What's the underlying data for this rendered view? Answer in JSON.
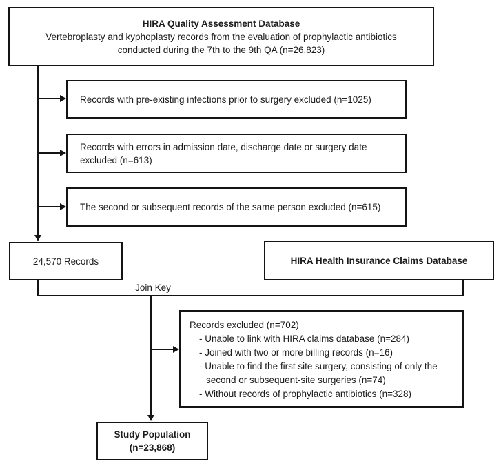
{
  "flow": {
    "source": {
      "title": "HIRA Quality Assessment Database",
      "description": "Vertebroplasty and kyphoplasty records from the evaluation of prophylactic antibiotics conducted during the 7th to the 9th QA (n=26,823)"
    },
    "exclusions": [
      {
        "text": "Records with pre-existing infections prior to surgery excluded (n=1025)"
      },
      {
        "text": "Records with errors in admission date, discharge date or surgery date excluded (n=613)"
      },
      {
        "text": "The second or subsequent records of the same person excluded (n=615)"
      }
    ],
    "records_box": {
      "text": "24,570 Records"
    },
    "claims_db": {
      "title": "HIRA Health Insurance Claims Database"
    },
    "join_label": "Join Key",
    "excluded_detail": {
      "title": "Records excluded (n=702)",
      "items": [
        "- Unable to link with HIRA claims database (n=284)",
        "- Joined with two or more billing records (n=16)",
        "- Unable to find the first site surgery, consisting of only the second or subsequent-site surgeries (n=74)",
        "- Without records of prophylactic antibiotics (n=328)"
      ]
    },
    "study_population": {
      "title": "Study Population",
      "count": "(n=23,868)"
    },
    "colors": {
      "line": "#141414",
      "text": "#1c1c1c",
      "background": "#ffffff"
    }
  }
}
